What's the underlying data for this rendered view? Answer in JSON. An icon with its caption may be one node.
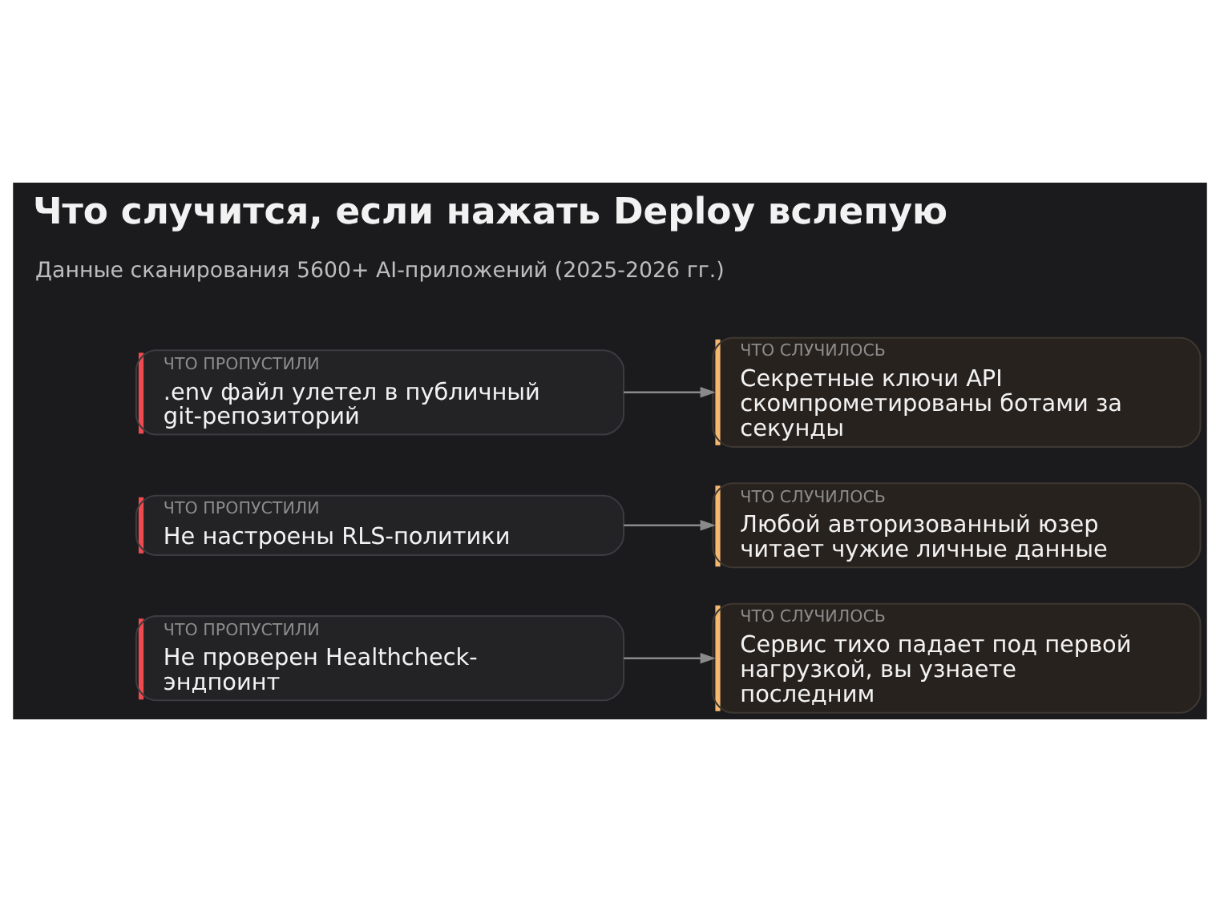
{
  "diagram": {
    "title": "Что случится, если нажать Deploy вслепую",
    "nodes": [
      {
        "text": [
          "ЧТО ПРОПУСТИЛИ",
          ".env файл улетел в публичный git-репозиторий"
        ]
      },
      {
        "text": [
          "ЧТО СЛУЧИЛОСЬ",
          "Секретные ключи API скомпрометированы ботами за секунды"
        ]
      },
      {
        "text": [
          "ЧТО ПРОПУСТИЛИ",
          "Не настроены RLS-политики"
        ]
      },
      {
        "text": [
          "ЧТО СЛУЧИЛОСЬ",
          "Любой авторизованный юзер читает чужие личные данные"
        ]
      },
      {
        "text": [
          "ЧТО ПРОПУСТИЛИ",
          "Не проверен Healthcheck-эндпоинт"
        ]
      },
      {
        "text": [
          "ЧТО СЛУЧИЛОСЬ",
          "Сервис тихо падает под первой нагрузкой, вы узнаете последним"
        ]
      }
    ],
    "edges": [
      {
        "from": 0,
        "to": 1,
        "arrow": "to"
      },
      {
        "from": 2,
        "to": 3,
        "arrow": "to"
      },
      {
        "from": 4,
        "to": 5,
        "arrow": "to"
      }
    ],
    "labels": [
      "Данные сканирования 5600+ AI-приложений (2025-2026 гг.)"
    ]
  }
}
